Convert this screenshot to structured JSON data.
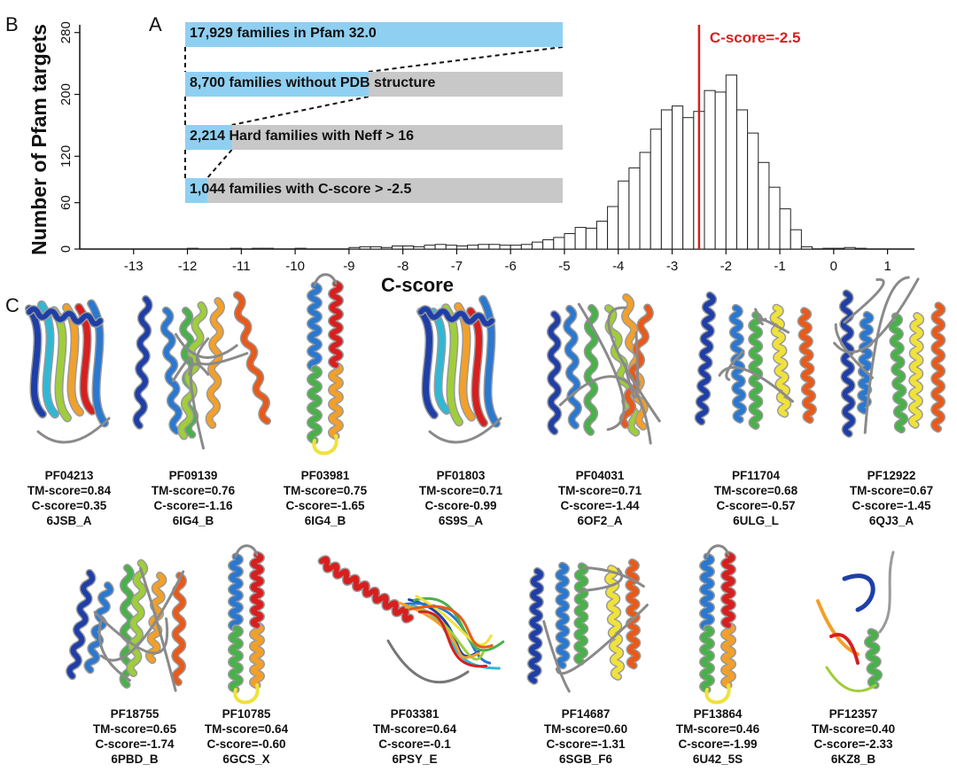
{
  "panel_labels": {
    "a": "A",
    "b": "B",
    "c": "C"
  },
  "chart_data": {
    "type": "bar",
    "title": "",
    "xlabel": "C-score",
    "ylabel": "Number of Pfam targets",
    "xlim": [
      -14,
      1.5
    ],
    "ylim": [
      0,
      290
    ],
    "yticks": [
      0,
      60,
      120,
      200,
      280
    ],
    "xticks": [
      -13,
      -12,
      -11,
      -10,
      -9,
      -8,
      -7,
      -6,
      -5,
      -4,
      -3,
      -2,
      -1,
      0,
      1
    ],
    "bin_width": 0.2,
    "x": [
      -13.0,
      -12.8,
      -12.6,
      -12.4,
      -12.2,
      -12.0,
      -11.8,
      -11.6,
      -11.4,
      -11.2,
      -11.0,
      -10.8,
      -10.6,
      -10.4,
      -10.2,
      -10.0,
      -9.8,
      -9.6,
      -9.4,
      -9.2,
      -9.0,
      -8.8,
      -8.6,
      -8.4,
      -8.2,
      -8.0,
      -7.8,
      -7.6,
      -7.4,
      -7.2,
      -7.0,
      -6.8,
      -6.6,
      -6.4,
      -6.2,
      -6.0,
      -5.8,
      -5.6,
      -5.4,
      -5.2,
      -5.0,
      -4.8,
      -4.6,
      -4.4,
      -4.2,
      -4.0,
      -3.8,
      -3.6,
      -3.4,
      -3.2,
      -3.0,
      -2.8,
      -2.6,
      -2.4,
      -2.2,
      -2.0,
      -1.8,
      -1.6,
      -1.4,
      -1.2,
      -1.0,
      -0.8,
      -0.6,
      -0.4,
      -0.2,
      0.0,
      0.2,
      0.4
    ],
    "values": [
      0,
      0,
      0,
      0,
      0,
      1,
      0,
      0,
      0,
      1,
      0,
      1,
      1,
      0,
      0,
      1,
      0,
      0,
      0,
      0,
      2,
      3,
      3,
      2,
      4,
      4,
      3,
      5,
      6,
      5,
      4,
      5,
      6,
      6,
      5,
      5,
      6,
      9,
      12,
      15,
      20,
      28,
      27,
      36,
      55,
      88,
      105,
      125,
      155,
      180,
      185,
      170,
      178,
      205,
      203,
      225,
      180,
      150,
      112,
      80,
      52,
      25,
      3,
      0,
      1,
      1,
      2,
      1
    ],
    "threshold": {
      "value": -2.5,
      "label": "C-score=-2.5",
      "color": "#d62020"
    },
    "bar_fill": "#ffffff",
    "bar_stroke": "#222222"
  },
  "funnel": {
    "total": 17929,
    "steps": [
      {
        "text": "17,929 families in Pfam 32.0",
        "count": 17929
      },
      {
        "text": "8,700 families without PDB structure",
        "count": 8700
      },
      {
        "text": "2,214 Hard families with Neff > 16",
        "count": 2214
      },
      {
        "text": "1,044 families with C-score > -2.5",
        "count": 1044
      }
    ],
    "fill_color": "#8fd0f2",
    "track_color": "#c8c8c8"
  },
  "structures": [
    {
      "pfam": "PF04213",
      "tm": "TM-score=0.84",
      "cs": "C-score=0.35",
      "pdb": "6JSB_A",
      "shape": "sheet"
    },
    {
      "pfam": "PF09139",
      "tm": "TM-score=0.76",
      "cs": "C-score=-1.16",
      "pdb": "6IG4_B",
      "shape": "globular"
    },
    {
      "pfam": "PF03981",
      "tm": "TM-score=0.75",
      "cs": "C-score=-1.65",
      "pdb": "6IG4_B",
      "shape": "hairpin"
    },
    {
      "pfam": "PF01803",
      "tm": "TM-score=0.71",
      "cs": "C-score-0.99",
      "pdb": "6S9S_A",
      "shape": "sheet"
    },
    {
      "pfam": "PF04031",
      "tm": "TM-score=0.71",
      "cs": "C-score=-1.44",
      "pdb": "6OF2_A",
      "shape": "globular"
    },
    {
      "pfam": "PF11704",
      "tm": "TM-score=0.68",
      "cs": "C-score=-0.57",
      "pdb": "6ULG_L",
      "shape": "helical"
    },
    {
      "pfam": "PF12922",
      "tm": "TM-score=0.67",
      "cs": "C-score=-1.45",
      "pdb": "6QJ3_A",
      "shape": "helical"
    },
    {
      "pfam": "PF18755",
      "tm": "TM-score=0.65",
      "cs": "C-score=-1.74",
      "pdb": "6PBD_B",
      "shape": "globular"
    },
    {
      "pfam": "PF10785",
      "tm": "TM-score=0.64",
      "cs": "C-score=-0.60",
      "pdb": "6GCS_X",
      "shape": "hairpin"
    },
    {
      "pfam": "PF03381",
      "tm": "TM-score=0.64",
      "cs": "C-score=-0.1",
      "pdb": "6PSY_E",
      "shape": "long"
    },
    {
      "pfam": "PF14687",
      "tm": "TM-score=0.60",
      "cs": "C-score=-1.31",
      "pdb": "6SGB_F6",
      "shape": "helical"
    },
    {
      "pfam": "PF13864",
      "tm": "TM-score=0.46",
      "cs": "C-score=-1.99",
      "pdb": "6U42_5S",
      "shape": "hairpin"
    },
    {
      "pfam": "PF12357",
      "tm": "TM-score=0.40",
      "cs": "C-score=-2.33",
      "pdb": "6KZ8_B",
      "shape": "coil"
    }
  ]
}
